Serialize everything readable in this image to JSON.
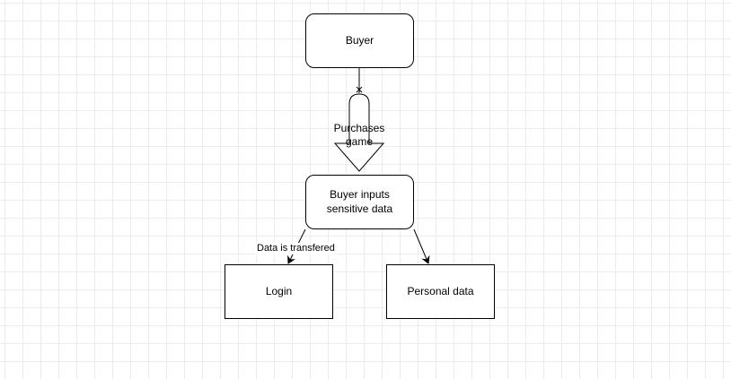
{
  "diagram": {
    "nodes": {
      "buyer": "Buyer",
      "buyer_inputs": "Buyer inputs sensitive data",
      "login": "Login",
      "personal_data": "Personal data"
    },
    "edges": {
      "purchases": "Purchases game",
      "transfer": "Data is transfered"
    }
  }
}
